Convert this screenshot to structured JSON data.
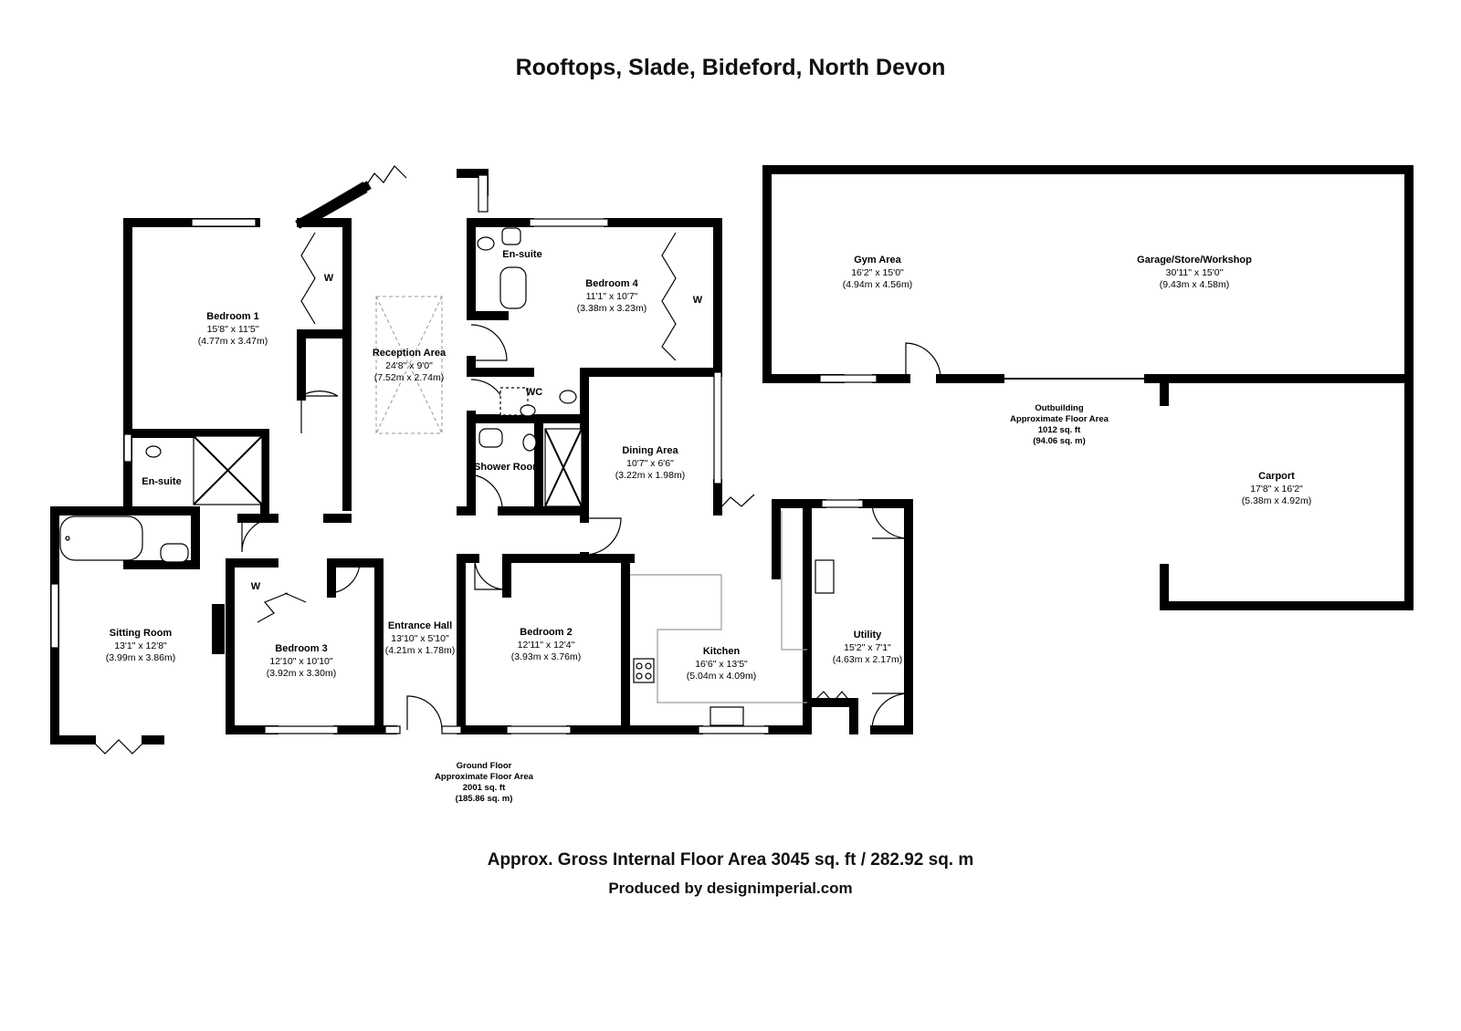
{
  "title": "Rooftops, Slade, Bideford, North Devon",
  "rooms": [
    {
      "id": "bedroom-1",
      "name": "Bedroom 1",
      "imperial": "15'8\" x 11'5\"",
      "metric": "(4.77m x 3.47m)"
    },
    {
      "id": "reception-area",
      "name": "Reception Area",
      "imperial": "24'8\" x 9'0\"",
      "metric": "(7.52m x 2.74m)"
    },
    {
      "id": "en-suite-1",
      "name": "En-suite"
    },
    {
      "id": "en-suite-2",
      "name": "En-suite"
    },
    {
      "id": "bedroom-4",
      "name": "Bedroom 4",
      "imperial": "11'1\" x 10'7\"",
      "metric": "(3.38m x 3.23m)"
    },
    {
      "id": "wc",
      "name": "WC"
    },
    {
      "id": "shower-room",
      "name": "Shower Room"
    },
    {
      "id": "dining-area",
      "name": "Dining Area",
      "imperial": "10'7\" x 6'6\"",
      "metric": "(3.22m x 1.98m)"
    },
    {
      "id": "sitting-room",
      "name": "Sitting Room",
      "imperial": "13'1\" x 12'8\"",
      "metric": "(3.99m x 3.86m)"
    },
    {
      "id": "bedroom-3",
      "name": "Bedroom 3",
      "imperial": "12'10\" x 10'10\"",
      "metric": "(3.92m x 3.30m)"
    },
    {
      "id": "entrance-hall",
      "name": "Entrance Hall",
      "imperial": "13'10\" x 5'10\"",
      "metric": "(4.21m x 1.78m)"
    },
    {
      "id": "bedroom-2",
      "name": "Bedroom 2",
      "imperial": "12'11\" x 12'4\"",
      "metric": "(3.93m x 3.76m)"
    },
    {
      "id": "kitchen",
      "name": "Kitchen",
      "imperial": "16'6\" x 13'5\"",
      "metric": "(5.04m x 4.09m)"
    },
    {
      "id": "utility",
      "name": "Utility",
      "imperial": "15'2\" x 7'1\"",
      "metric": "(4.63m x 2.17m)"
    },
    {
      "id": "gym-area",
      "name": "Gym Area",
      "imperial": "16'2\" x 15'0\"",
      "metric": "(4.94m x 4.56m)"
    },
    {
      "id": "garage",
      "name": "Garage/Store/Workshop",
      "imperial": "30'11\" x 15'0\"",
      "metric": "(9.43m x 4.58m)"
    },
    {
      "id": "carport",
      "name": "Carport",
      "imperial": "17'8\" x 16'2\"",
      "metric": "(5.38m x 4.92m)"
    }
  ],
  "wardrobe_mark": "W",
  "floors": {
    "ground": [
      "Ground Floor",
      "Approximate Floor Area",
      "2001 sq. ft",
      "(185.86 sq. m)"
    ],
    "outbuilding": [
      "Outbuilding",
      "Approximate Floor Area",
      "1012 sq. ft",
      "(94.06 sq. m)"
    ]
  },
  "gross_area": "Approx. Gross Internal Floor Area 3045 sq. ft / 282.92 sq. m",
  "credit": "Produced by designimperial.com"
}
